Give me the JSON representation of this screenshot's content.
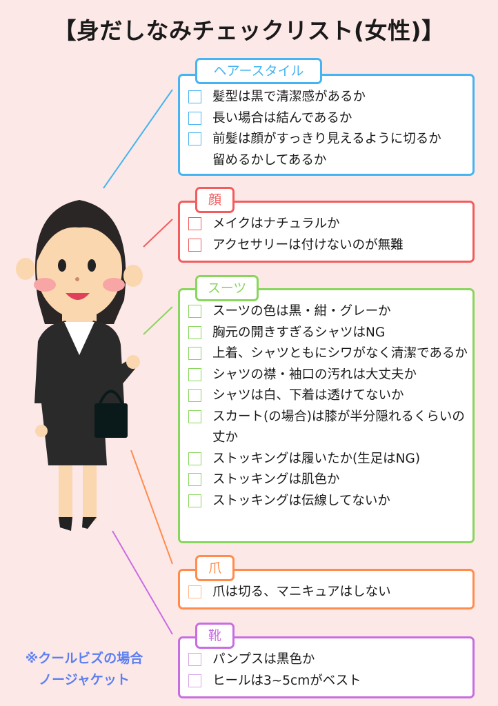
{
  "title": "【身だしなみチェックリスト(女性)】",
  "sections": [
    {
      "label": "ヘアースタイル",
      "color": "#45b4f0",
      "items": [
        "髪型は黒で清潔感があるか",
        "長い場合は結んであるか",
        "前髪は顔がすっきり見えるように切るか留めるかしてあるか"
      ]
    },
    {
      "label": "顔",
      "color": "#f25c5c",
      "items": [
        "メイクはナチュラルか",
        "アクセサリーは付けないのが無難"
      ]
    },
    {
      "label": "スーツ",
      "color": "#88d65c",
      "items": [
        "スーツの色は黒・紺・グレーか",
        "胸元の開きすぎるシャツはNG",
        "上着、シャツともにシワがなく清潔であるか",
        "シャツの襟・袖口の汚れは大丈夫か",
        "シャツは白、下着は透けてないか",
        "スカート(の場合)は膝が半分隠れるくらいの丈か",
        "ストッキングは履いたか(生足はNG)",
        "ストッキングは肌色か",
        "ストッキングは伝線してないか"
      ]
    },
    {
      "label": "爪",
      "color": "#ff8c4c",
      "items": [
        "爪は切る、マニキュアはしない"
      ]
    },
    {
      "label": "靴",
      "color": "#c96ce2",
      "items": [
        "パンプスは黒色か",
        "ヒールは3~5cmがベスト"
      ]
    }
  ],
  "note": {
    "line1": "※クールビズの場合",
    "line2": "ノージャケット"
  }
}
